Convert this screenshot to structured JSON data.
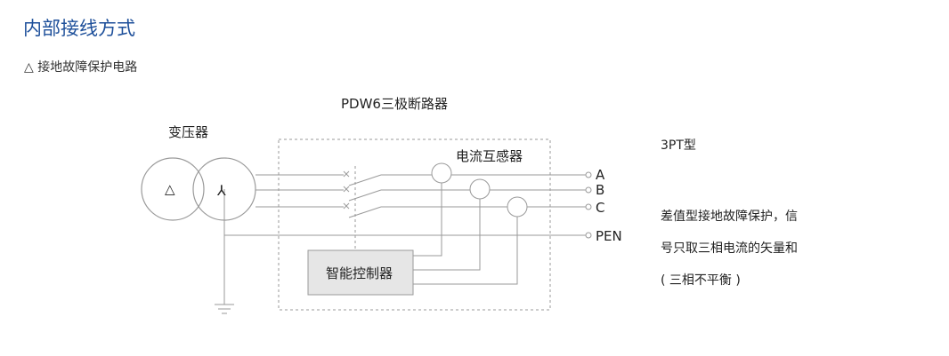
{
  "header": {
    "title": "内部接线方式",
    "subtitle": "△ 接地故障保护电路"
  },
  "diagram": {
    "breaker_label": "PDW6三极断路器",
    "transformer_label": "变压器",
    "ct_label": "电流互感器",
    "controller_label": "智能控制器",
    "terminal_a": "A",
    "terminal_b": "B",
    "terminal_c": "C",
    "terminal_pen": "PEN",
    "primary_symbol": "△",
    "secondary_symbol": "⅄"
  },
  "notes": {
    "type_label": "3PT型",
    "description_line1": "差值型接地故障保护，信",
    "description_line2": "号只取三相电流的矢量和",
    "description_line3": "( 三相不平衡 )"
  },
  "colors": {
    "title": "#1d4f9a",
    "line": "#9a9a9a",
    "controller_fill": "#e6e6e6"
  }
}
